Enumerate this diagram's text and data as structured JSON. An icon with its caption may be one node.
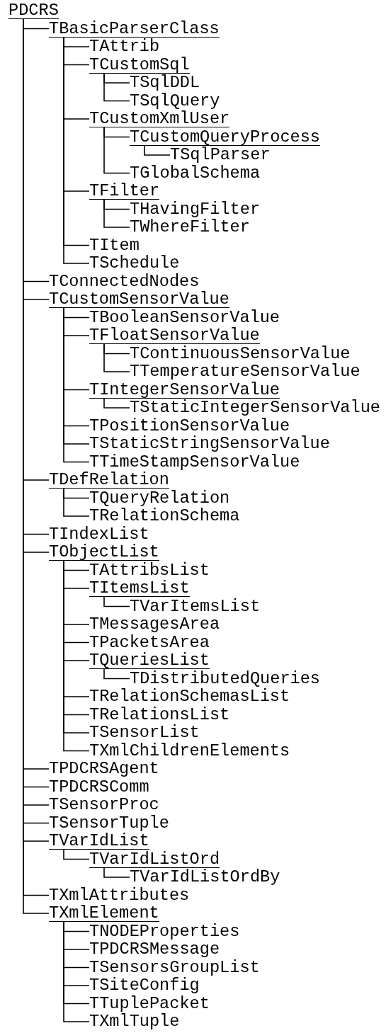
{
  "diagram": {
    "nodes": [
      {
        "text": [
          "PDCRS"
        ]
      },
      {
        "text": [
          "TBasicParserClass"
        ]
      },
      {
        "text": [
          "TAttrib"
        ]
      },
      {
        "text": [
          "TCustomSql"
        ]
      },
      {
        "text": [
          "TSqlDDL"
        ]
      },
      {
        "text": [
          "TSqlQuery"
        ]
      },
      {
        "text": [
          "TCustomXmlUser"
        ]
      },
      {
        "text": [
          "TCustomQueryProcess"
        ]
      },
      {
        "text": [
          "TSqlParser"
        ]
      },
      {
        "text": [
          "TGlobalSchema"
        ]
      },
      {
        "text": [
          "TFilter"
        ]
      },
      {
        "text": [
          "THavingFilter"
        ]
      },
      {
        "text": [
          "TWhereFilter"
        ]
      },
      {
        "text": [
          "TItem"
        ]
      },
      {
        "text": [
          "TSchedule"
        ]
      },
      {
        "text": [
          "TConnectedNodes"
        ]
      },
      {
        "text": [
          "TCustomSensorValue"
        ]
      },
      {
        "text": [
          "TBooleanSensorValue"
        ]
      },
      {
        "text": [
          "TFloatSensorValue"
        ]
      },
      {
        "text": [
          "TContinuousSensorValue"
        ]
      },
      {
        "text": [
          "TTemperatureSensorValue"
        ]
      },
      {
        "text": [
          "TIntegerSensorValue"
        ]
      },
      {
        "text": [
          "TStaticIntegerSensorValue"
        ]
      },
      {
        "text": [
          "TPositionSensorValue"
        ]
      },
      {
        "text": [
          "TStaticStringSensorValue"
        ]
      },
      {
        "text": [
          "TTimeStampSensorValue"
        ]
      },
      {
        "text": [
          "TDefRelation"
        ]
      },
      {
        "text": [
          "TQueryRelation"
        ]
      },
      {
        "text": [
          "TRelationSchema"
        ]
      },
      {
        "text": [
          "TIndexList"
        ]
      },
      {
        "text": [
          "TObjectList"
        ]
      },
      {
        "text": [
          "TAttribsList"
        ]
      },
      {
        "text": [
          "TItemsList"
        ]
      },
      {
        "text": [
          "TVarItemsList"
        ]
      },
      {
        "text": [
          "TMessagesArea"
        ]
      },
      {
        "text": [
          "TPacketsArea"
        ]
      },
      {
        "text": [
          "TQueriesList"
        ]
      },
      {
        "text": [
          "TDistributedQueries"
        ]
      },
      {
        "text": [
          "TRelationSchemasList"
        ]
      },
      {
        "text": [
          "TRelationsList"
        ]
      },
      {
        "text": [
          "TSensorList"
        ]
      },
      {
        "text": [
          "TXmlChildrenElements"
        ]
      },
      {
        "text": [
          "TPDCRSAgent"
        ]
      },
      {
        "text": [
          "TPDCRSComm"
        ]
      },
      {
        "text": [
          "TSensorProc"
        ]
      },
      {
        "text": [
          "TSensorTuple"
        ]
      },
      {
        "text": [
          "TVarIdList"
        ]
      },
      {
        "text": [
          "TVarIdListOrd"
        ]
      },
      {
        "text": [
          "TVarIdListOrdBy"
        ]
      },
      {
        "text": [
          "TXmlAttributes"
        ]
      },
      {
        "text": [
          "TXmlElement"
        ]
      },
      {
        "text": [
          "TNODEProperties"
        ]
      },
      {
        "text": [
          "TPDCRSMessage"
        ]
      },
      {
        "text": [
          "TSensorsGroupList"
        ]
      },
      {
        "text": [
          "TSiteConfig"
        ]
      },
      {
        "text": [
          "TTuplePacket"
        ]
      },
      {
        "text": [
          "TXmlTuple"
        ]
      }
    ],
    "edges": [
      {
        "from": 0,
        "to": 1,
        "arrow": "none"
      },
      {
        "from": 1,
        "to": 2,
        "arrow": "none"
      },
      {
        "from": 1,
        "to": 3,
        "arrow": "none"
      },
      {
        "from": 3,
        "to": 4,
        "arrow": "none"
      },
      {
        "from": 3,
        "to": 5,
        "arrow": "none"
      },
      {
        "from": 1,
        "to": 6,
        "arrow": "none"
      },
      {
        "from": 6,
        "to": 7,
        "arrow": "none"
      },
      {
        "from": 7,
        "to": 8,
        "arrow": "none"
      },
      {
        "from": 6,
        "to": 9,
        "arrow": "none"
      },
      {
        "from": 1,
        "to": 10,
        "arrow": "none"
      },
      {
        "from": 10,
        "to": 11,
        "arrow": "none"
      },
      {
        "from": 10,
        "to": 12,
        "arrow": "none"
      },
      {
        "from": 1,
        "to": 13,
        "arrow": "none"
      },
      {
        "from": 1,
        "to": 14,
        "arrow": "none"
      },
      {
        "from": 0,
        "to": 15,
        "arrow": "none"
      },
      {
        "from": 0,
        "to": 16,
        "arrow": "none"
      },
      {
        "from": 16,
        "to": 17,
        "arrow": "none"
      },
      {
        "from": 16,
        "to": 18,
        "arrow": "none"
      },
      {
        "from": 18,
        "to": 19,
        "arrow": "none"
      },
      {
        "from": 18,
        "to": 20,
        "arrow": "none"
      },
      {
        "from": 16,
        "to": 21,
        "arrow": "none"
      },
      {
        "from": 21,
        "to": 22,
        "arrow": "none"
      },
      {
        "from": 16,
        "to": 23,
        "arrow": "none"
      },
      {
        "from": 16,
        "to": 24,
        "arrow": "none"
      },
      {
        "from": 16,
        "to": 25,
        "arrow": "none"
      },
      {
        "from": 0,
        "to": 26,
        "arrow": "none"
      },
      {
        "from": 26,
        "to": 27,
        "arrow": "none"
      },
      {
        "from": 26,
        "to": 28,
        "arrow": "none"
      },
      {
        "from": 0,
        "to": 29,
        "arrow": "none"
      },
      {
        "from": 0,
        "to": 30,
        "arrow": "none"
      },
      {
        "from": 30,
        "to": 31,
        "arrow": "none"
      },
      {
        "from": 30,
        "to": 32,
        "arrow": "none"
      },
      {
        "from": 32,
        "to": 33,
        "arrow": "none"
      },
      {
        "from": 30,
        "to": 34,
        "arrow": "none"
      },
      {
        "from": 30,
        "to": 35,
        "arrow": "none"
      },
      {
        "from": 30,
        "to": 36,
        "arrow": "none"
      },
      {
        "from": 36,
        "to": 37,
        "arrow": "none"
      },
      {
        "from": 30,
        "to": 38,
        "arrow": "none"
      },
      {
        "from": 30,
        "to": 39,
        "arrow": "none"
      },
      {
        "from": 30,
        "to": 40,
        "arrow": "none"
      },
      {
        "from": 30,
        "to": 41,
        "arrow": "none"
      },
      {
        "from": 0,
        "to": 42,
        "arrow": "none"
      },
      {
        "from": 0,
        "to": 43,
        "arrow": "none"
      },
      {
        "from": 0,
        "to": 44,
        "arrow": "none"
      },
      {
        "from": 0,
        "to": 45,
        "arrow": "none"
      },
      {
        "from": 0,
        "to": 46,
        "arrow": "none"
      },
      {
        "from": 46,
        "to": 47,
        "arrow": "none"
      },
      {
        "from": 47,
        "to": 48,
        "arrow": "none"
      },
      {
        "from": 0,
        "to": 49,
        "arrow": "none"
      },
      {
        "from": 0,
        "to": 50,
        "arrow": "none"
      },
      {
        "from": 50,
        "to": 51,
        "arrow": "none"
      },
      {
        "from": 50,
        "to": 52,
        "arrow": "none"
      },
      {
        "from": 50,
        "to": 53,
        "arrow": "none"
      },
      {
        "from": 50,
        "to": 54,
        "arrow": "none"
      },
      {
        "from": 50,
        "to": 55,
        "arrow": "none"
      },
      {
        "from": 50,
        "to": 56,
        "arrow": "none"
      }
    ]
  }
}
